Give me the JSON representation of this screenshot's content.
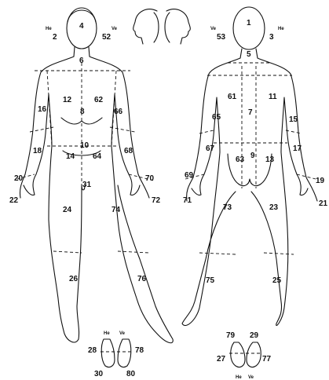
{
  "front_view": {
    "side_labels": [
      "He",
      "Ve"
    ],
    "regions": [
      "4",
      "2",
      "52",
      "6",
      "12",
      "62",
      "8",
      "16",
      "66",
      "18",
      "68",
      "10",
      "14",
      "64",
      "70",
      "20",
      "22",
      "72",
      "31",
      "24",
      "74",
      "26",
      "76"
    ]
  },
  "back_view": {
    "side_labels": [
      "Ve",
      "He"
    ],
    "regions": [
      "1",
      "53",
      "3",
      "5",
      "61",
      "11",
      "7",
      "65",
      "15",
      "67",
      "17",
      "63",
      "9",
      "13",
      "69",
      "19",
      "71",
      "21",
      "73",
      "23",
      "75",
      "25"
    ]
  },
  "feet_front": {
    "side_labels": [
      "He",
      "Ve"
    ],
    "regions": [
      "28",
      "78",
      "30",
      "80"
    ]
  },
  "feet_back": {
    "side_labels": [
      "He",
      "Ve"
    ],
    "regions": [
      "79",
      "29",
      "27",
      "77"
    ]
  },
  "head_profiles": {
    "left": "left-facing head profile",
    "right": "right-facing head profile"
  },
  "colors": {
    "ink": "#111111",
    "paper": "#ffffff"
  }
}
